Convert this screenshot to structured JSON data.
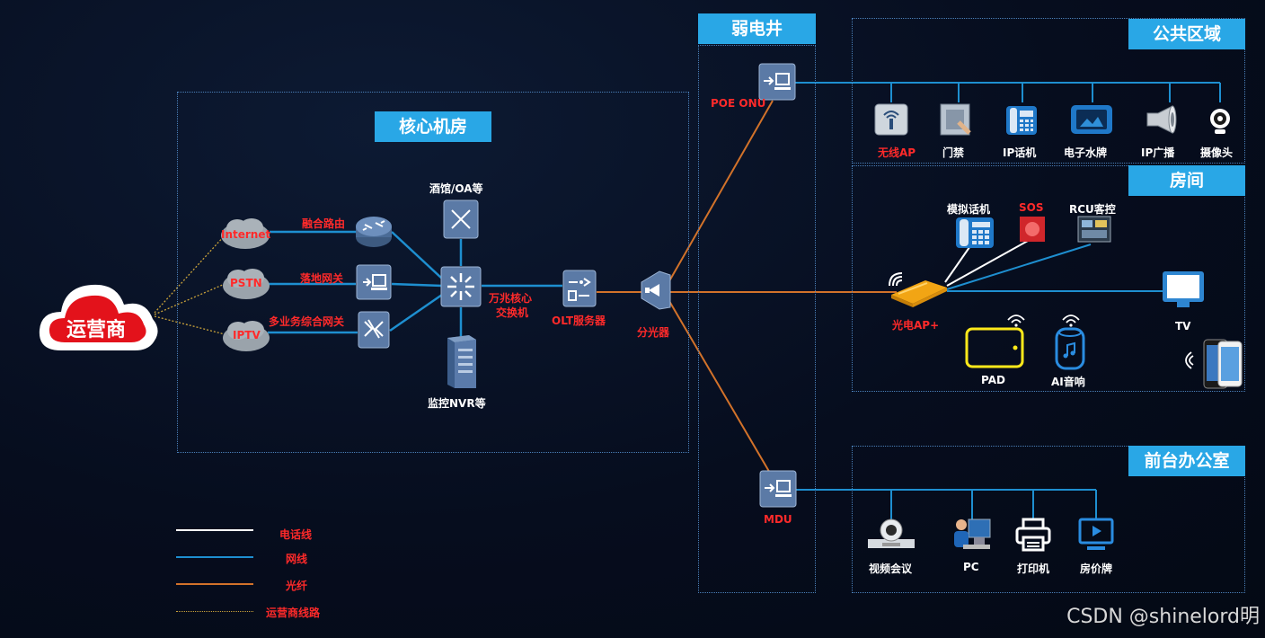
{
  "regions": {
    "core_room": "核心机房",
    "weak_well": "弱电井",
    "public_area": "公共区域",
    "room": "房间",
    "front_office": "前台办公室"
  },
  "core": {
    "carrier": "运营商",
    "internet": "Internet",
    "pstn": "PSTN",
    "iptv": "IPTV",
    "router": "融合路由",
    "landing_gateway": "落地网关",
    "multi_gateway": "多业务综合网关",
    "hotel_oa": "酒馆/OA等",
    "core_switch_line1": "万兆核心",
    "core_switch_line2": "交换机",
    "olt": "OLT服务器",
    "nvr": "监控NVR等",
    "splitter": "分光器"
  },
  "well": {
    "poe_onu": "POE ONU",
    "mdu": "MDU"
  },
  "public": {
    "wireless_ap": "无线AP",
    "access_control": "门禁",
    "ip_phone": "IP话机",
    "e_sign": "电子水牌",
    "ip_broadcast": "IP广播",
    "camera": "摄像头"
  },
  "room": {
    "analog_phone": "模拟话机",
    "sos": "SOS",
    "rcu": "RCU客控",
    "optical_ap": "光电AP+",
    "tv": "TV",
    "pad": "PAD",
    "ai_speaker": "AI音响"
  },
  "office": {
    "video_conf": "视频会议",
    "pc": "PC",
    "printer": "打印机",
    "room_price": "房价牌"
  },
  "legend": {
    "phone_line": "电话线",
    "network_line": "网线",
    "fiber": "光纤",
    "carrier_line": "运营商线路"
  },
  "colors": {
    "phone_line": "#ffffff",
    "network_line": "#1e8fd0",
    "fiber": "#d2722a",
    "carrier_line": "#c9a23a",
    "header": "#29a7e6",
    "label_red": "#ff2a2a"
  },
  "watermark": "CSDN @shinelord明"
}
